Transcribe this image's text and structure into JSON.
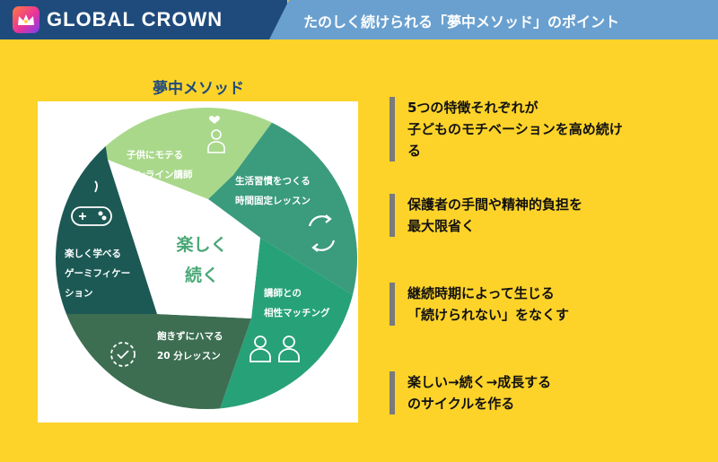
{
  "header": {
    "brand": "GLOBAL CROWN",
    "title": "たのしく続けられる「夢中メソッド」のポイント"
  },
  "diagram": {
    "title": "夢中メソッド",
    "center": [
      "楽しく",
      "続く"
    ],
    "segments": [
      {
        "lines": [
          "子供にモテる",
          "オンライン講師"
        ],
        "icon": "heart-person-icon"
      },
      {
        "lines": [
          "生活習慣をつくる",
          "時間固定レッスン"
        ],
        "icon": "cycle-arrows-icon"
      },
      {
        "lines": [
          "講師との",
          "相性マッチング"
        ],
        "icon": "two-people-icon"
      },
      {
        "lines": [
          "飽きずにハマる",
          "20 分レッスン"
        ],
        "icon": "timer-check-icon"
      },
      {
        "lines": [
          "楽しく学べる",
          "ゲーミフィケー",
          "ション"
        ],
        "icon": "gamepad-icon"
      }
    ]
  },
  "points": [
    [
      "5つの特徴それぞれが",
      "子どものモチベーションを高め続け",
      "る"
    ],
    [
      "保護者の手間や精神的負担を",
      "最大限省く"
    ],
    [
      "継続時期によって生じる",
      "「続けられない」をなくす"
    ],
    [
      "楽しい→続く→成長する",
      "のサイクルを作る"
    ]
  ],
  "colors": {
    "background": "#fdd32a",
    "brand_bar": "#1f4b7c",
    "title_bar": "#6aa0cf",
    "segment_1": "#a8d689",
    "segment_2": "#3a9a7a",
    "segment_3": "#2aa378",
    "segment_4": "#3b6d52",
    "segment_5": "#1d5a56"
  }
}
